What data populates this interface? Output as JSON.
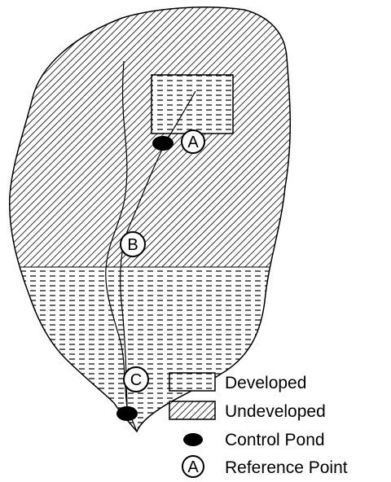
{
  "diagram": {
    "reference_points": [
      {
        "id": "a",
        "letter": "A"
      },
      {
        "id": "b",
        "letter": "B"
      },
      {
        "id": "c",
        "letter": "C"
      }
    ],
    "control_ponds": [
      "upper",
      "outlet"
    ]
  },
  "legend": {
    "developed": "Developed",
    "undeveloped": "Undeveloped",
    "control_pond": "Control Pond",
    "reference_point": "Reference Point",
    "marker_letter": "A"
  },
  "colors": {
    "outline": "#000000",
    "background": "#ffffff",
    "fill": "#ffffff"
  }
}
